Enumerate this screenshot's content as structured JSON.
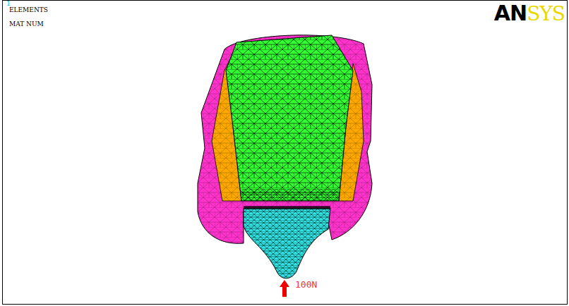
{
  "diagram": {
    "labels": [
      "1",
      "ELEMENTS",
      "MAT NUM",
      "AN",
      "SYS",
      "100N"
    ]
  }
}
